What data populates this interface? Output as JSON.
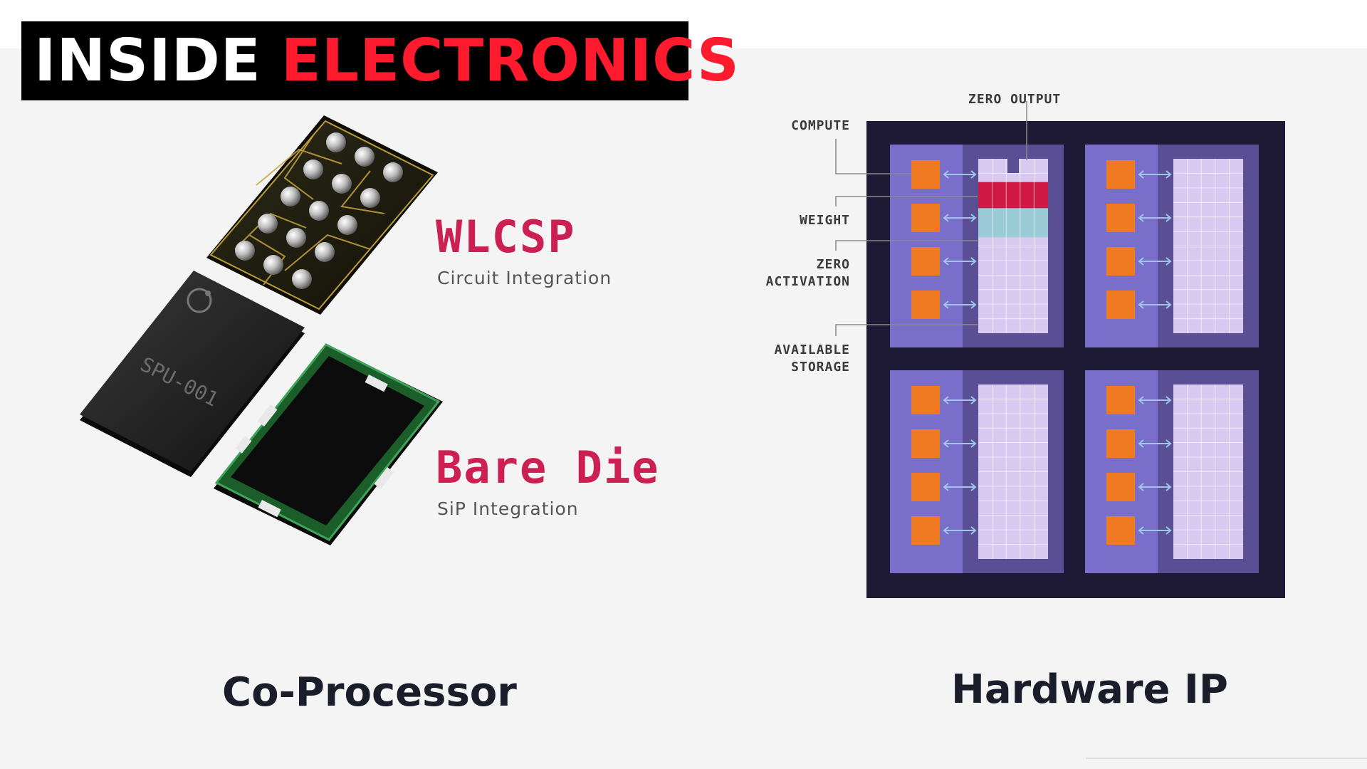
{
  "brand": {
    "word1": "INSIDE",
    "word2": "ELECTRONICS"
  },
  "chips": {
    "chip_marking": "SPU-001",
    "packages": [
      {
        "title": "WLCSP",
        "subtitle": "Circuit Integration"
      },
      {
        "title": "Bare Die",
        "subtitle": "SiP Integration"
      }
    ]
  },
  "diagram": {
    "labels": {
      "zero_output": "ZERO OUTPUT",
      "compute": "COMPUTE",
      "weight": "WEIGHT",
      "zero_activation": [
        "ZERO",
        "ACTIVATION"
      ],
      "available_storage": [
        "AVAILABLE",
        "STORAGE"
      ]
    },
    "colors": {
      "background": "#1e1a36",
      "block_outer": "#5a4e95",
      "block_inner": "#7a6ecb",
      "storage": "#d8c9f0",
      "compute": "#ef7a22",
      "weight": "#d01845",
      "zero_activation": "#9ccbd8",
      "arrow": "#9fc6e6"
    }
  },
  "sections": {
    "left": "Co-Processor",
    "right": "Hardware IP"
  }
}
